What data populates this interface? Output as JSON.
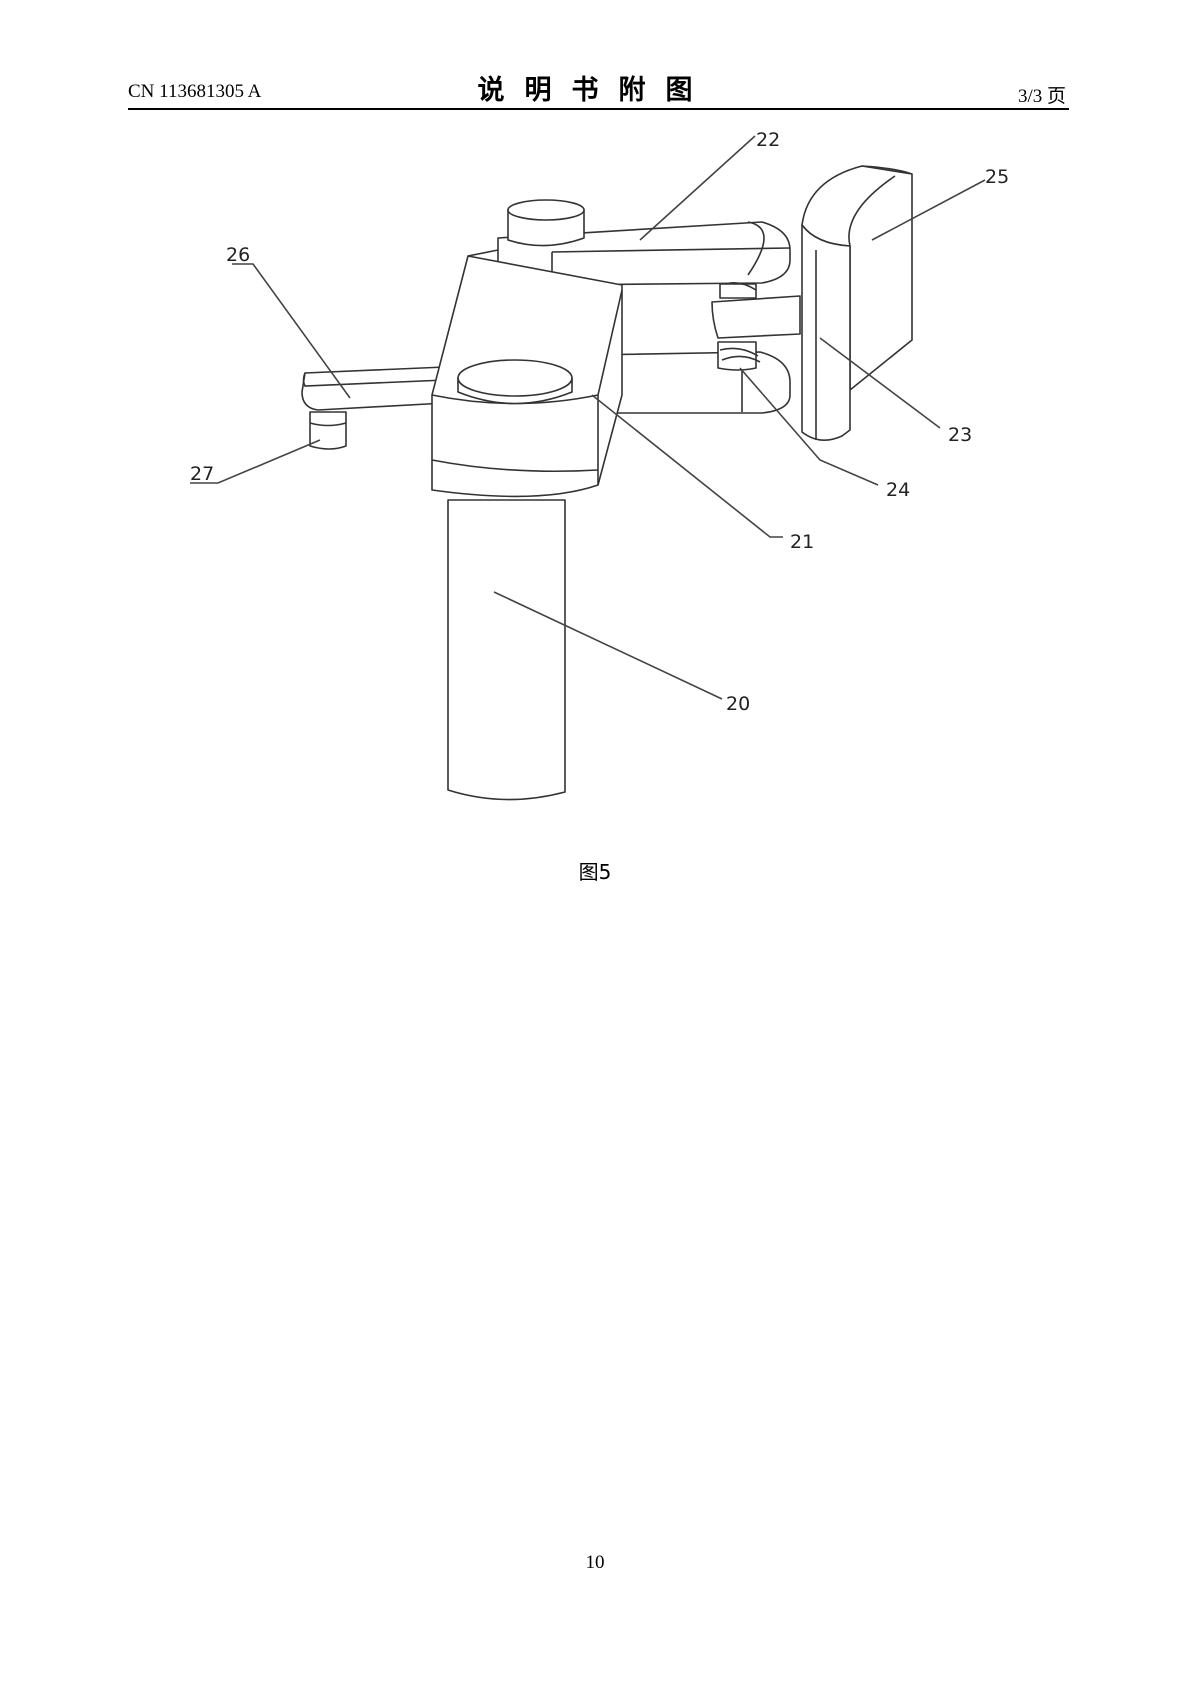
{
  "header": {
    "doc_number": "CN 113681305 A",
    "title": "说明书附图",
    "page_of": "3/3 页"
  },
  "figure": {
    "caption": "图5",
    "labels": {
      "r20": "20",
      "r21": "21",
      "r22": "22",
      "r23": "23",
      "r24": "24",
      "r25": "25",
      "r26": "26",
      "r27": "27"
    }
  },
  "footer": {
    "page_number": "10"
  }
}
